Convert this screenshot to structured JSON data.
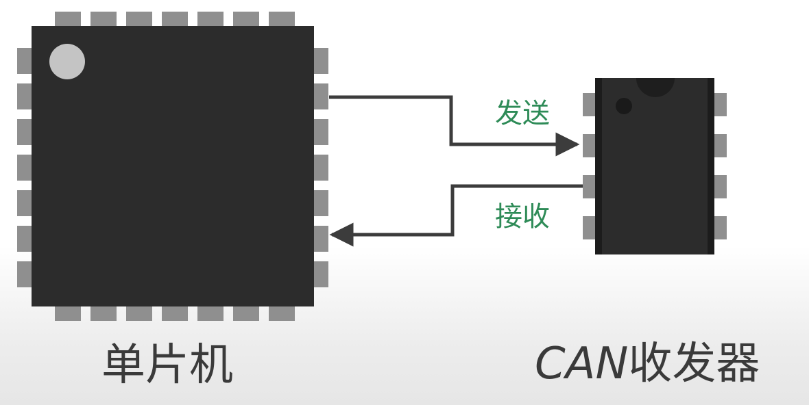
{
  "mcu": {
    "label": "单片机"
  },
  "transceiver": {
    "label_latin": "CAN",
    "label_cjk": "收发器"
  },
  "signals": {
    "send": "发送",
    "receive": "接收"
  },
  "colors": {
    "chip_body": "#2c2c2c",
    "pin": "#8f8f8f",
    "wire": "#3c3c3c",
    "signal_text": "#2e8b57",
    "label_text": "#3a3a3a",
    "mcu_dot": "#c4c4c4"
  }
}
